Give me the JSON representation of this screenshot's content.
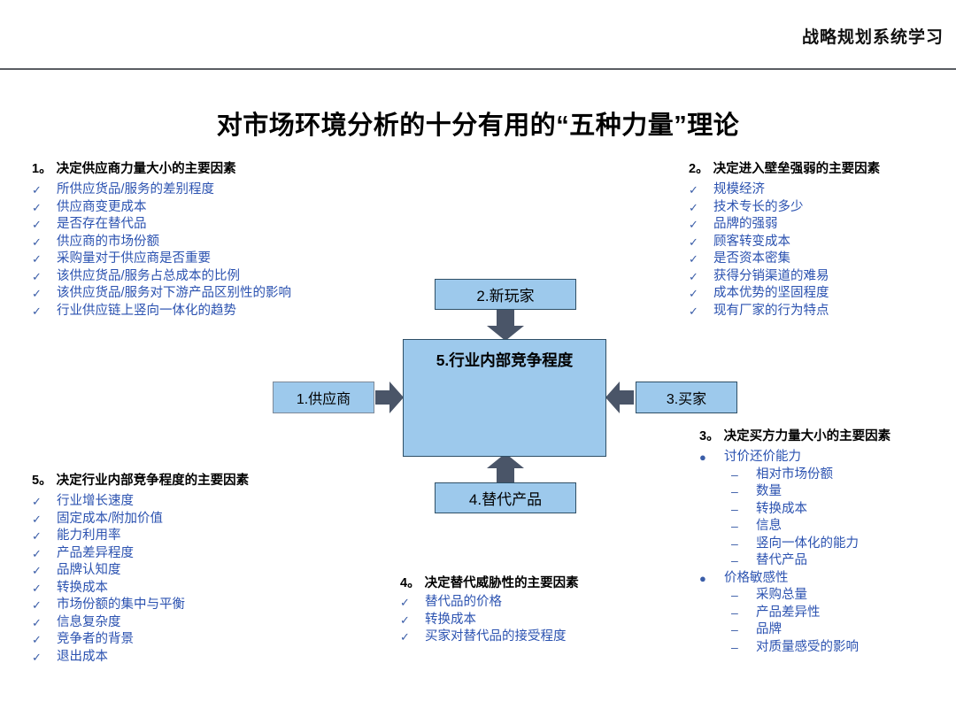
{
  "header": {
    "title": "战略规划系统学习"
  },
  "main_title": "对市场环境分析的十分有用的“五种力量”理论",
  "diagram": {
    "center": "5.行业内部竞争程度",
    "top": "2.新玩家",
    "bottom": "4.替代产品",
    "left": "1.供应商",
    "right": "3.买家",
    "box_fill": "#9dc9ec",
    "box_border": "#2f4f66",
    "arrow_color": "#4a5568"
  },
  "sections": {
    "sec1": {
      "num": "1。",
      "heading": "决定供应商力量大小的主要因素",
      "items": [
        "所供应货品/服务的差别程度",
        "供应商变更成本",
        "是否存在替代品",
        "供应商的市场份额",
        "采购量对于供应商是否重要",
        "该供应货品/服务占总成本的比例",
        "该供应货品/服务对下游产品区别性的影响",
        "行业供应链上竖向一体化的趋势"
      ]
    },
    "sec5": {
      "num": "5。",
      "heading": "决定行业内部竞争程度的主要因素",
      "items": [
        "行业增长速度",
        "固定成本/附加价值",
        "能力利用率",
        "产品差异程度",
        "品牌认知度",
        "转换成本",
        "市场份额的集中与平衡",
        "信息复杂度",
        "竞争者的背景",
        "退出成本"
      ]
    },
    "sec2": {
      "num": "2。",
      "heading": "决定进入壁垒强弱的主要因素",
      "items": [
        "规模经济",
        "技术专长的多少",
        "品牌的强弱",
        "顾客转变成本",
        "是否资本密集",
        "获得分销渠道的难易",
        "成本优势的坚固程度",
        "现有厂家的行为特点"
      ]
    },
    "sec3": {
      "num": "3。",
      "heading": "决定买方力量大小的主要因素",
      "items": [
        {
          "level": 1,
          "text": "讨价还价能力"
        },
        {
          "level": 2,
          "text": "相对市场份额"
        },
        {
          "level": 2,
          "text": "数量"
        },
        {
          "level": 2,
          "text": "转换成本"
        },
        {
          "level": 2,
          "text": "信息"
        },
        {
          "level": 2,
          "text": "竖向一体化的能力"
        },
        {
          "level": 2,
          "text": "替代产品"
        },
        {
          "level": 1,
          "text": "价格敏感性"
        },
        {
          "level": 2,
          "text": "采购总量"
        },
        {
          "level": 2,
          "text": "产品差异性"
        },
        {
          "level": 2,
          "text": "品牌"
        },
        {
          "level": 2,
          "text": "对质量感受的影响"
        }
      ]
    },
    "sec4": {
      "num": "4。",
      "heading": "决定替代威胁性的主要因素",
      "items": [
        "替代品的价格",
        "转换成本",
        "买家对替代品的接受程度"
      ]
    }
  },
  "glyphs": {
    "check": "✓",
    "dot": "●",
    "dash": "–"
  }
}
